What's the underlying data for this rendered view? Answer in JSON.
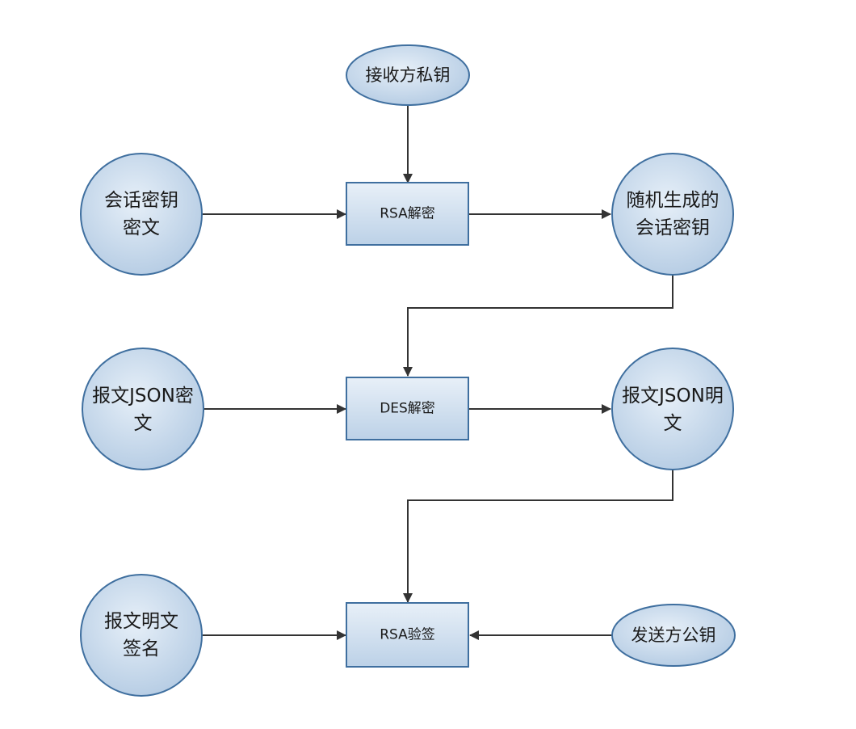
{
  "nodes": {
    "receiver_private_key": "接收方私钥",
    "session_key_cipher": [
      "会话密钥",
      "密文"
    ],
    "rsa_decrypt": "RSA解密",
    "random_session_key": [
      "随机生成的",
      "会话密钥"
    ],
    "json_cipher": [
      "报文JSON密",
      "文"
    ],
    "des_decrypt": "DES解密",
    "json_plain": [
      "报文JSON明",
      "文"
    ],
    "plain_signature": [
      "报文明文",
      "签名"
    ],
    "rsa_verify": "RSA验签",
    "sender_public_key": "发送方公钥"
  },
  "colors": {
    "node_fill_light": "#e3edf7",
    "node_fill_dark": "#b6cde4",
    "node_stroke": "#3f6f9f",
    "edge": "#333333"
  }
}
